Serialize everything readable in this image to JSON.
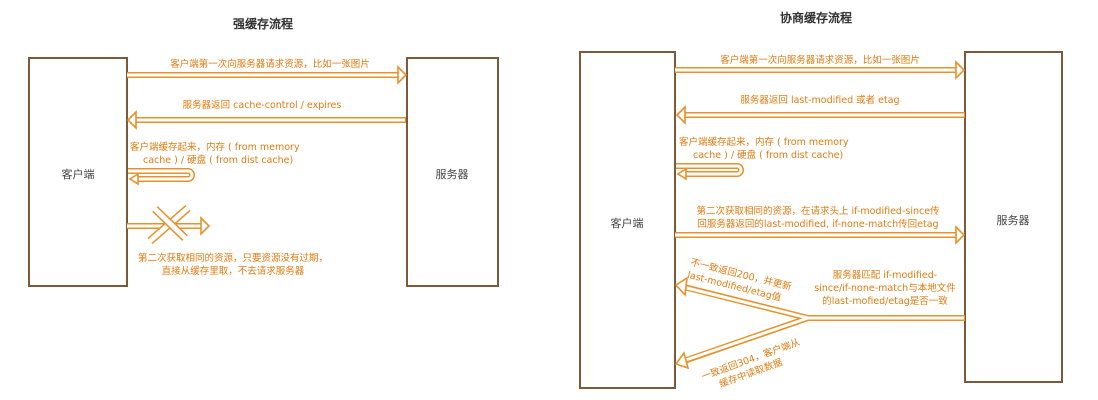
{
  "strong_cache": {
    "title": "强缓存流程",
    "client": "客户端",
    "server": "服务器",
    "request_label": "客户端第一次向服务器请求资源，比如一张图片",
    "response_label": "服务器返回 cache-control / expires",
    "store_label": [
      "客户端缓存起来，内存 ( from memory",
      "cache ) / 硬盘 ( from dist cache)"
    ],
    "second_label": [
      "第二次获取相同的资源，只要资源没有过期，",
      "直接从缓存里取，不去请求服务器"
    ]
  },
  "negotiated_cache": {
    "title": "协商缓存流程",
    "client": "客户端",
    "server": "服务器",
    "request_label": "客户端第一次向服务器请求资源，比如一张图片",
    "response_label": "服务器返回 last-modified 或者 etag",
    "store_label": [
      "客户端缓存起来，内存 ( from memory",
      "cache ) / 硬盘 ( from dist cache)"
    ],
    "second_label": [
      "第二次获取相同的资源，在请求头上 if-modified-since传",
      "回服务器返回的last-modified, if-none-match传回etag"
    ],
    "match_label": [
      "服务器匹配 if-modified-",
      "since/if-none-match与本地文件",
      "的last-mofied/etag是否一致"
    ],
    "mismatch_label": [
      "不一致返回200，并更新",
      "last-modified/etag值"
    ],
    "match_ok_label": [
      "一致返回304，客户端从",
      "缓存中读取数据"
    ]
  },
  "colors": {
    "arrow": "#e8902a",
    "text": "#e07b10",
    "box": "#7a5a3a"
  }
}
